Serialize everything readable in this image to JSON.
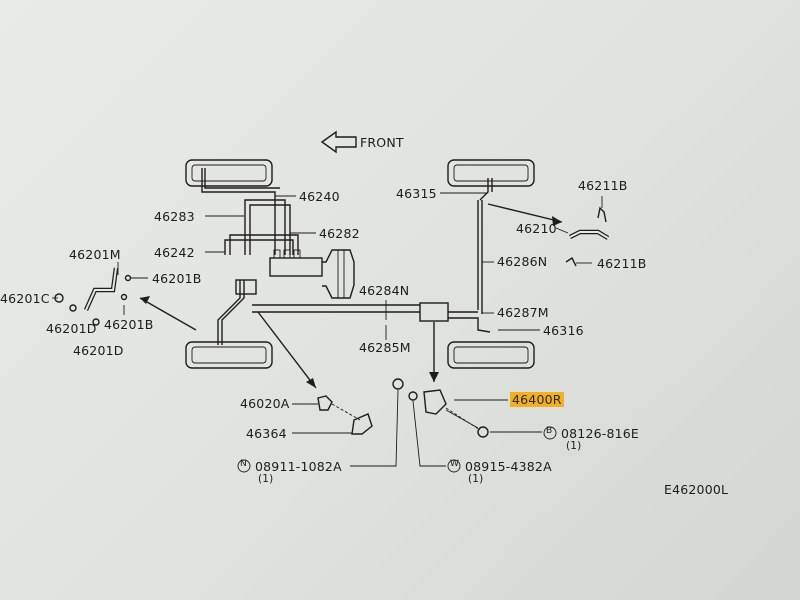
{
  "diagram": {
    "front_label": "FRONT",
    "diagram_code": "E462000L"
  },
  "callouts": {
    "c46240": "46240",
    "c46283": "46283",
    "c46282": "46282",
    "c46242": "46242",
    "c46201M": "46201M",
    "c46201B_top": "46201B",
    "c46201C": "46201C",
    "c46201D_1": "46201D",
    "c46201B_low": "46201B",
    "c46201D_2": "46201D",
    "c46315": "46315",
    "c46211B_top": "46211B",
    "c46210": "46210",
    "c46286N": "46286N",
    "c46211B_low": "46211B",
    "c46284N": "46284N",
    "c46287M": "46287M",
    "c46316": "46316",
    "c46285M": "46285M",
    "c46020A": "46020A",
    "c46364": "46364",
    "c46400R": "46400R",
    "bolt_code": "08126-816E",
    "bolt_qty": "(1)",
    "bolt_prefix": "B",
    "nut_code": "08911-1082A",
    "nut_qty": "(1)",
    "nut_prefix": "N",
    "washer_code": "08915-4382A",
    "washer_qty": "(1)",
    "washer_prefix": "W"
  },
  "colors": {
    "highlight": "#f2b021",
    "ink": "#1d1d1d"
  }
}
